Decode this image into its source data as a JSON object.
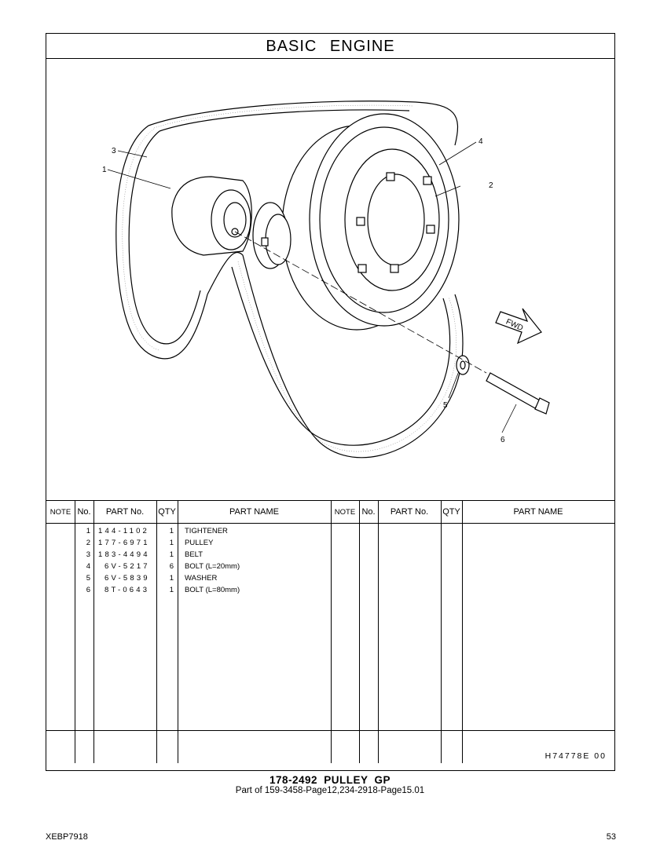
{
  "section_title": "BASIC ENGINE",
  "callouts": [
    "1",
    "2",
    "3",
    "4",
    "5",
    "6"
  ],
  "fwd_label": "FWD",
  "table_headers": {
    "note": "NOTE",
    "no": "No.",
    "part_no": "PART No.",
    "qty": "QTY",
    "part_name": "PART NAME"
  },
  "parts": [
    {
      "no": "1",
      "part_no": "144-1102",
      "qty": "1",
      "name": "TIGHTENER"
    },
    {
      "no": "2",
      "part_no": "177-6971",
      "qty": "1",
      "name": "PULLEY"
    },
    {
      "no": "3",
      "part_no": "183-4494",
      "qty": "1",
      "name": "BELT"
    },
    {
      "no": "4",
      "part_no": "6V-5217",
      "qty": "6",
      "name": "BOLT (L=20mm)"
    },
    {
      "no": "5",
      "part_no": "6V-5839",
      "qty": "1",
      "name": "WASHER"
    },
    {
      "no": "6",
      "part_no": "8T-0643",
      "qty": "1",
      "name": "BOLT (L=80mm)"
    }
  ],
  "illustration_ref": "H74778E  00",
  "group_title": "178-2492  PULLEY GP",
  "group_subtitle": "Part of 159-3458-Page12,234-2918-Page15.01",
  "doc_id": "XEBP7918",
  "page_number": "53"
}
